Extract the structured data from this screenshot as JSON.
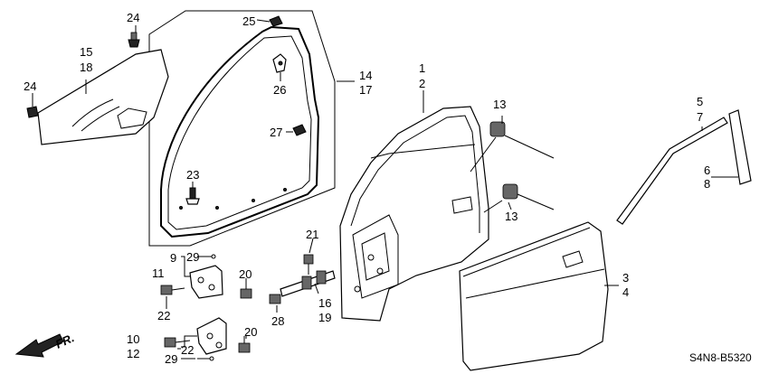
{
  "diagram": {
    "code": "S4N8-B5320",
    "direction_label": "FR.",
    "callouts": [
      {
        "id": "c1",
        "text": "1"
      },
      {
        "id": "c2",
        "text": "2"
      },
      {
        "id": "c3",
        "text": "3"
      },
      {
        "id": "c4",
        "text": "4"
      },
      {
        "id": "c5",
        "text": "5"
      },
      {
        "id": "c6",
        "text": "6"
      },
      {
        "id": "c7",
        "text": "7"
      },
      {
        "id": "c8",
        "text": "8"
      },
      {
        "id": "c9",
        "text": "9"
      },
      {
        "id": "c10",
        "text": "10"
      },
      {
        "id": "c11",
        "text": "11"
      },
      {
        "id": "c12",
        "text": "12"
      },
      {
        "id": "c13a",
        "text": "13"
      },
      {
        "id": "c13b",
        "text": "13"
      },
      {
        "id": "c14",
        "text": "14"
      },
      {
        "id": "c15",
        "text": "15"
      },
      {
        "id": "c16",
        "text": "16"
      },
      {
        "id": "c17",
        "text": "17"
      },
      {
        "id": "c18",
        "text": "18"
      },
      {
        "id": "c19",
        "text": "19"
      },
      {
        "id": "c20a",
        "text": "20"
      },
      {
        "id": "c20b",
        "text": "20"
      },
      {
        "id": "c21",
        "text": "21"
      },
      {
        "id": "c22a",
        "text": "22"
      },
      {
        "id": "c22b",
        "text": "22"
      },
      {
        "id": "c23",
        "text": "23"
      },
      {
        "id": "c24a",
        "text": "24"
      },
      {
        "id": "c24b",
        "text": "24"
      },
      {
        "id": "c25",
        "text": "25"
      },
      {
        "id": "c26",
        "text": "26"
      },
      {
        "id": "c27",
        "text": "27"
      },
      {
        "id": "c28",
        "text": "28"
      },
      {
        "id": "c29a",
        "text": "29"
      },
      {
        "id": "c29b",
        "text": "29"
      }
    ]
  }
}
